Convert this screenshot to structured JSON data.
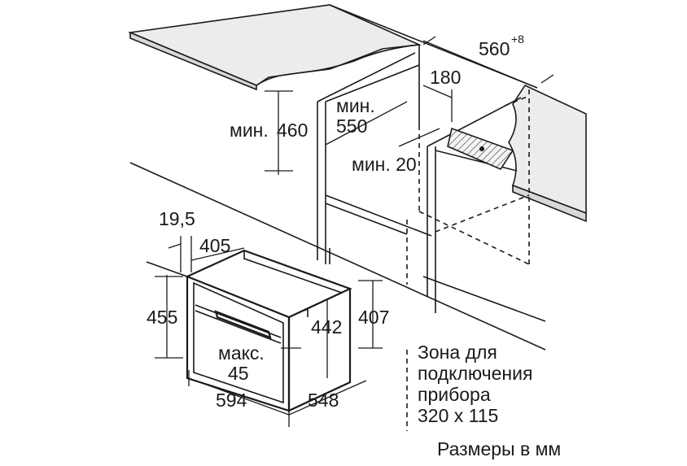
{
  "dimensions": {
    "countertop_depth": "560",
    "countertop_depth_tolerance": "+8",
    "top_gap": "180",
    "min_height_prefix": "мин.",
    "min_height_value": "460",
    "min_depth_prefix": "мин.",
    "min_depth_value": "550",
    "min_gap_label": "мин. 20",
    "front_offset": "19,5",
    "upper_depth": "405",
    "height_total": "455",
    "inner_height": "442",
    "body_height": "407",
    "max_prefix": "макс.",
    "max_value": "45",
    "width": "594",
    "depth": "548"
  },
  "connection_zone": {
    "line1": "Зона для",
    "line2": "подключения",
    "line3": "прибора",
    "line4": "320 x 115"
  },
  "units_note": "Размеры в мм"
}
